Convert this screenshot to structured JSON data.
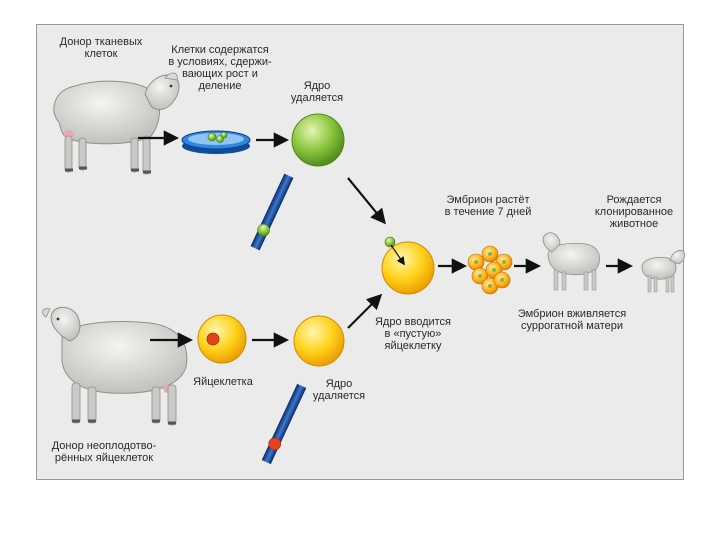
{
  "labels": {
    "donor_tissue": "Донор тканевых\nклеток",
    "culture": "Клетки содержатся\nв условиях, сдержи-\nвающих рост и\nделение",
    "nucleus_removed_top": "Ядро\nудаляется",
    "embryo_grows": "Эмбрион растёт\nв течение 7 дней",
    "clone_born": "Рождается\nклонированное\nживотное",
    "nucleus_inserted": "Ядро вводится\nв «пустую»\nяйцеклетку",
    "implanted": "Эмбрион вживляется\nсуррогатной матери",
    "egg_cell": "Яйцеклетка",
    "nucleus_removed_bottom": "Ядро\nудаляется",
    "donor_eggs": "Донор неоплодотво-\nрённых яйцеклеток"
  },
  "icons": {
    "sheep": "sheep-icon",
    "lamb": "lamb-icon",
    "petri_dish": "petri-dish-icon",
    "pipette": "pipette-icon",
    "cell": "cell-icon",
    "embryo": "embryo-cluster-icon",
    "arrow": "arrow-icon"
  },
  "colors": {
    "cell_green": "#8cc63f",
    "cell_yellow": "#ffd21a",
    "nucleus_red": "#e8411e",
    "dish_blue": "#1f72c8",
    "arrow": "#111111"
  }
}
